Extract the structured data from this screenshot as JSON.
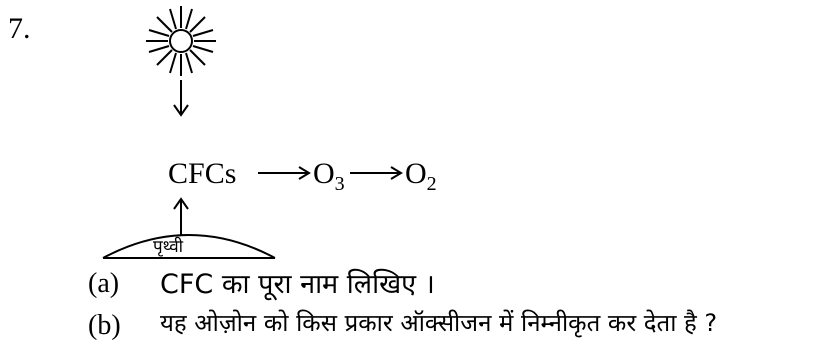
{
  "question": {
    "number": "7."
  },
  "diagram": {
    "sun_icon": "sun-icon",
    "reactant": "CFCs",
    "ozone": {
      "symbol": "O",
      "subscript": "3"
    },
    "oxygen": {
      "symbol": "O",
      "subscript": "2"
    },
    "earth_label": "पृथ्वी"
  },
  "options": [
    {
      "label": "(a)",
      "text": "CFC का पूरा नाम लिखिए ।"
    },
    {
      "label": "(b)",
      "text": "यह ओज़ोन को किस प्रकार ऑक्सीजन में निम्नीकृत कर देता है ?"
    }
  ]
}
